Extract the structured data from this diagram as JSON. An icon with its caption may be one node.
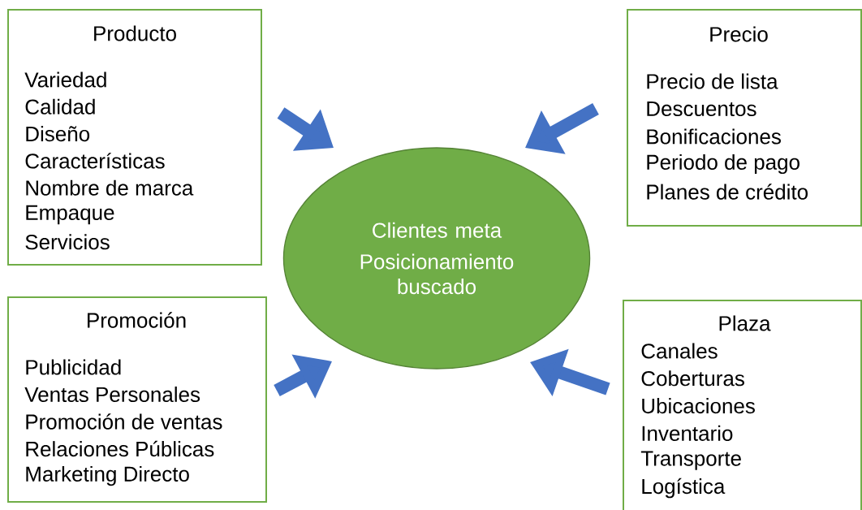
{
  "diagram": {
    "nodes": [
      {
        "text": [
          "Producto",
          "Variedad",
          "Calidad",
          "Diseño",
          "Características",
          "Nombre de marca",
          "Empaque",
          "Servicios"
        ]
      },
      {
        "text": [
          "Precio",
          "Precio de lista",
          "Descuentos",
          "Bonificaciones",
          "Periodo de pago",
          "Planes de crédito"
        ]
      },
      {
        "text": [
          "Promoción",
          "Publicidad",
          "Ventas Personales",
          "Promoción de ventas",
          "Relaciones Públicas",
          "Marketing Directo"
        ]
      },
      {
        "text": [
          "Plaza",
          "Canales",
          "Coberturas",
          "Ubicaciones",
          "Inventario",
          "Transporte",
          "Logística"
        ]
      },
      {
        "text": [
          "Clientes meta",
          "Posicionamiento buscado"
        ]
      }
    ],
    "edges": [
      {
        "from": 0,
        "to": 4,
        "arrow": "to"
      },
      {
        "from": 1,
        "to": 4,
        "arrow": "to"
      },
      {
        "from": 2,
        "to": 4,
        "arrow": "to"
      },
      {
        "from": 3,
        "to": 4,
        "arrow": "to"
      }
    ]
  }
}
